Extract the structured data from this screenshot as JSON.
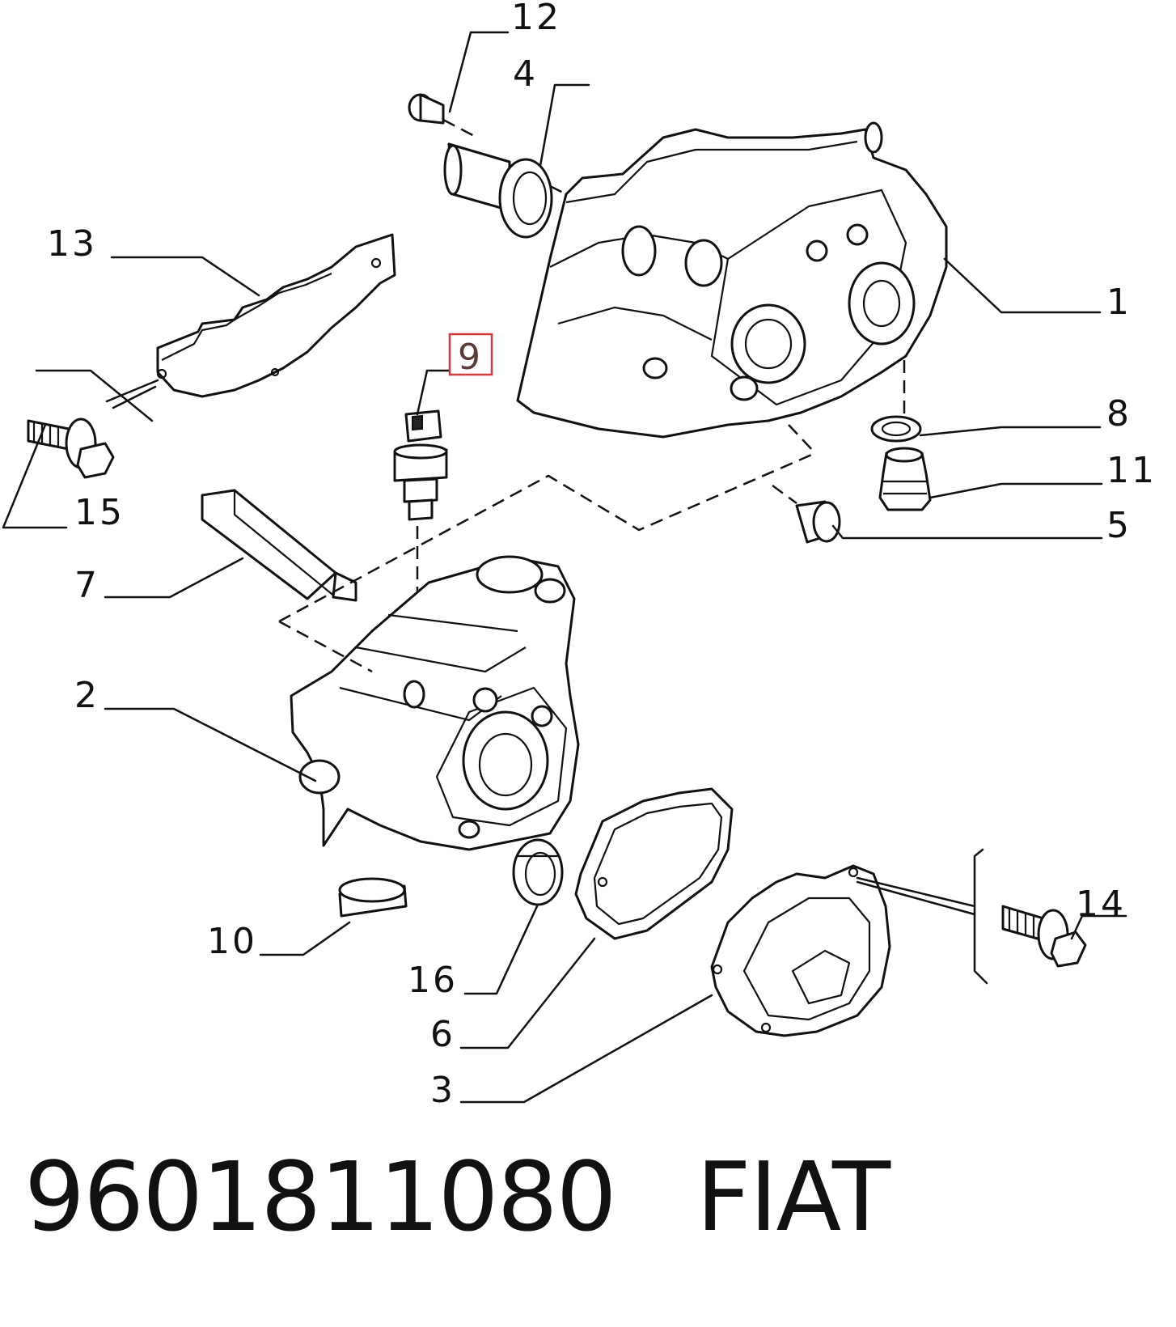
{
  "callouts": [
    {
      "id": "12",
      "label": "12"
    },
    {
      "id": "4",
      "label": "4"
    },
    {
      "id": "13",
      "label": "13"
    },
    {
      "id": "1",
      "label": "1"
    },
    {
      "id": "9",
      "label": "9",
      "highlighted": true
    },
    {
      "id": "8",
      "label": "8"
    },
    {
      "id": "15",
      "label": "15"
    },
    {
      "id": "11",
      "label": "11"
    },
    {
      "id": "5",
      "label": "5"
    },
    {
      "id": "7",
      "label": "7"
    },
    {
      "id": "2",
      "label": "2"
    },
    {
      "id": "14",
      "label": "14"
    },
    {
      "id": "10",
      "label": "10"
    },
    {
      "id": "16",
      "label": "16"
    },
    {
      "id": "6",
      "label": "6"
    },
    {
      "id": "3",
      "label": "3"
    }
  ],
  "footer": {
    "part_number": "9601811080",
    "brand": "FIAT"
  },
  "colors": {
    "ink": "#111111",
    "highlight_box": "#d23a3a",
    "background": "#ffffff"
  }
}
